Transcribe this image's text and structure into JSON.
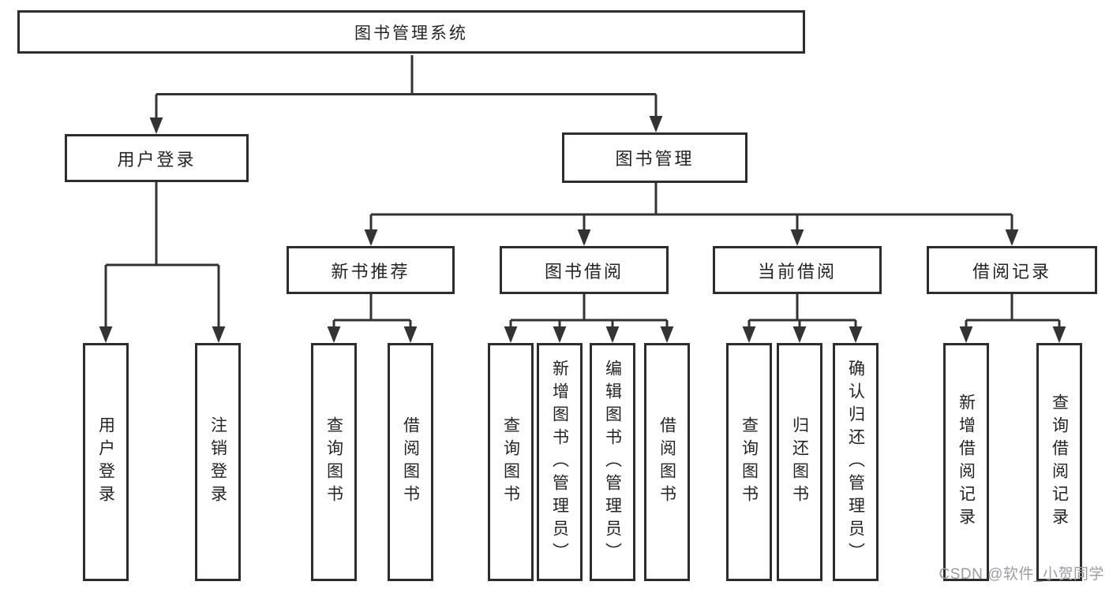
{
  "tree": {
    "root": {
      "label": "图书管理系统",
      "children": [
        {
          "label": "用户登录",
          "children": [
            {
              "label": "用户登录"
            },
            {
              "label": "注销登录"
            }
          ]
        },
        {
          "label": "图书管理",
          "children": [
            {
              "label": "新书推荐",
              "children": [
                {
                  "label": "查询图书"
                },
                {
                  "label": "借阅图书"
                }
              ]
            },
            {
              "label": "图书借阅",
              "children": [
                {
                  "label": "查询图书"
                },
                {
                  "label": "新增图书（管理员）"
                },
                {
                  "label": "编辑图书（管理员）"
                },
                {
                  "label": "借阅图书"
                }
              ]
            },
            {
              "label": "当前借阅",
              "children": [
                {
                  "label": "查询图书"
                },
                {
                  "label": "归还图书"
                },
                {
                  "label": "确认归还（管理员）"
                }
              ]
            },
            {
              "label": "借阅记录",
              "children": [
                {
                  "label": "新增借阅记录"
                },
                {
                  "label": "查询借阅记录"
                }
              ]
            }
          ]
        }
      ]
    }
  },
  "watermark": {
    "text": "CSDN @软件_小贺同学"
  },
  "colors": {
    "background": "#ffffff",
    "line": "#333333",
    "box_border": "#2d2d2d",
    "text": "#242424",
    "watermark": "#9a9ca4"
  }
}
